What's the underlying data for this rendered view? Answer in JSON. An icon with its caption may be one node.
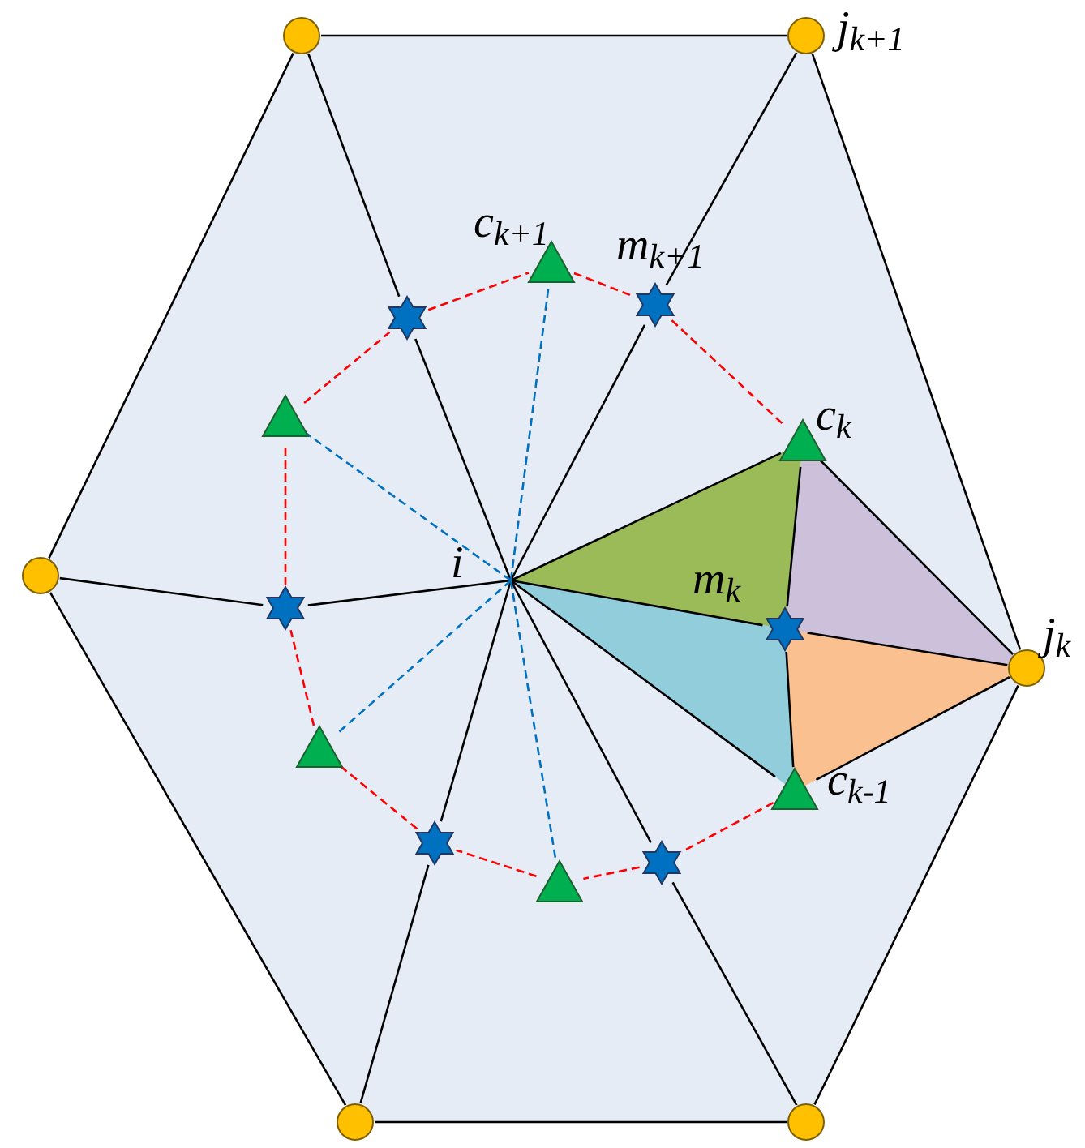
{
  "diagram": {
    "nodes": [
      {
        "text": [],
        "shape": "circle"
      },
      {
        "text": [],
        "shape": "circle",
        "beside": [
          "j$_{k+1}$"
        ]
      },
      {
        "text": [],
        "shape": "triangle",
        "beside": [
          "c$_{k+1}$"
        ]
      },
      {
        "text": [],
        "shape": "star",
        "beside": [
          "m$_{k+1}$"
        ]
      },
      {
        "text": [],
        "shape": "star"
      },
      {
        "text": [],
        "shape": "triangle"
      },
      {
        "text": [],
        "shape": "triangle",
        "beside": [
          "c$_{k}$"
        ]
      },
      {
        "text": [
          "i"
        ]
      },
      {
        "text": [],
        "shape": "circle"
      },
      {
        "text": [],
        "shape": "star"
      },
      {
        "text": [],
        "shape": "star",
        "beside": [
          "m$_{k}$"
        ]
      },
      {
        "text": [],
        "shape": "circle",
        "beside": [
          "j$_{k}$"
        ]
      },
      {
        "text": [],
        "shape": "triangle"
      },
      {
        "text": [],
        "shape": "triangle",
        "beside": [
          "c$_{k-1}$"
        ]
      },
      {
        "text": [],
        "shape": "star"
      },
      {
        "text": [],
        "shape": "star"
      },
      {
        "text": [],
        "shape": "triangle"
      },
      {
        "text": [],
        "shape": "circle"
      },
      {
        "text": [],
        "shape": "circle"
      }
    ],
    "edges": [
      {
        "from": 0,
        "to": 1,
        "arrow": "none"
      },
      {
        "from": 1,
        "to": 11,
        "arrow": "none"
      },
      {
        "from": 11,
        "to": 18,
        "arrow": "none"
      },
      {
        "from": 18,
        "to": 17,
        "arrow": "none"
      },
      {
        "from": 17,
        "to": 8,
        "arrow": "none"
      },
      {
        "from": 8,
        "to": 0,
        "arrow": "none"
      },
      {
        "from": 7,
        "to": 4,
        "arrow": "none"
      },
      {
        "from": 4,
        "to": 0,
        "arrow": "none"
      },
      {
        "from": 7,
        "to": 3,
        "arrow": "none"
      },
      {
        "from": 3,
        "to": 1,
        "arrow": "none"
      },
      {
        "from": 7,
        "to": 10,
        "arrow": "none"
      },
      {
        "from": 10,
        "to": 11,
        "arrow": "none"
      },
      {
        "from": 7,
        "to": 15,
        "arrow": "none"
      },
      {
        "from": 15,
        "to": 18,
        "arrow": "none"
      },
      {
        "from": 7,
        "to": 14,
        "arrow": "none"
      },
      {
        "from": 14,
        "to": 17,
        "arrow": "none"
      },
      {
        "from": 7,
        "to": 9,
        "arrow": "none"
      },
      {
        "from": 9,
        "to": 8,
        "arrow": "none"
      },
      {
        "from": 7,
        "to": 6,
        "arrow": "none"
      },
      {
        "from": 7,
        "to": 13,
        "arrow": "none"
      },
      {
        "from": 6,
        "to": 11,
        "arrow": "none"
      },
      {
        "from": 13,
        "to": 11,
        "arrow": "none"
      },
      {
        "from": 6,
        "to": 10,
        "arrow": "none"
      },
      {
        "from": 10,
        "to": 13,
        "arrow": "none"
      },
      {
        "from": 7,
        "to": 2,
        "arrow": "none",
        "style": "dashed",
        "color": "#0070c0"
      },
      {
        "from": 7,
        "to": 5,
        "arrow": "none",
        "style": "dashed",
        "color": "#0070c0"
      },
      {
        "from": 7,
        "to": 12,
        "arrow": "none",
        "style": "dashed",
        "color": "#0070c0"
      },
      {
        "from": 7,
        "to": 16,
        "arrow": "none",
        "style": "dashed",
        "color": "#0070c0"
      },
      {
        "from": 2,
        "to": 3,
        "arrow": "none",
        "style": "dashed",
        "color": "#ff0000"
      },
      {
        "from": 3,
        "to": 6,
        "arrow": "none",
        "style": "dashed",
        "color": "#ff0000"
      },
      {
        "from": 13,
        "to": 15,
        "arrow": "none",
        "style": "dashed",
        "color": "#ff0000"
      },
      {
        "from": 15,
        "to": 16,
        "arrow": "none",
        "style": "dashed",
        "color": "#ff0000"
      },
      {
        "from": 16,
        "to": 14,
        "arrow": "none",
        "style": "dashed",
        "color": "#ff0000"
      },
      {
        "from": 14,
        "to": 12,
        "arrow": "none",
        "style": "dashed",
        "color": "#ff0000"
      },
      {
        "from": 12,
        "to": 9,
        "arrow": "none",
        "style": "dashed",
        "color": "#ff0000"
      },
      {
        "from": 9,
        "to": 5,
        "arrow": "none",
        "style": "dashed",
        "color": "#ff0000"
      },
      {
        "from": 5,
        "to": 4,
        "arrow": "none",
        "style": "dashed",
        "color": "#ff0000"
      },
      {
        "from": 4,
        "to": 2,
        "arrow": "none",
        "style": "dashed",
        "color": "#ff0000"
      }
    ]
  }
}
